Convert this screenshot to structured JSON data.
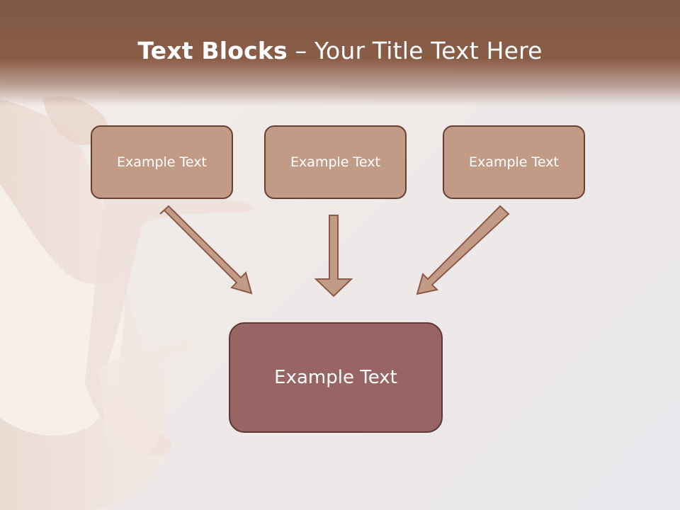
{
  "title": {
    "bold": "Text Blocks",
    "dash": " – ",
    "rest": "Your Title Text Here"
  },
  "blocks": [
    {
      "label": "Example Text"
    },
    {
      "label": "Example Text"
    },
    {
      "label": "Example Text"
    }
  ],
  "main_block": {
    "label": "Example Text"
  },
  "colors": {
    "title_bar": "#8a5c46",
    "small_box_fill": "#c29b87",
    "main_box_fill": "#986464",
    "box_border": "#6a3f31",
    "arrow_fill": "#c29b87"
  }
}
